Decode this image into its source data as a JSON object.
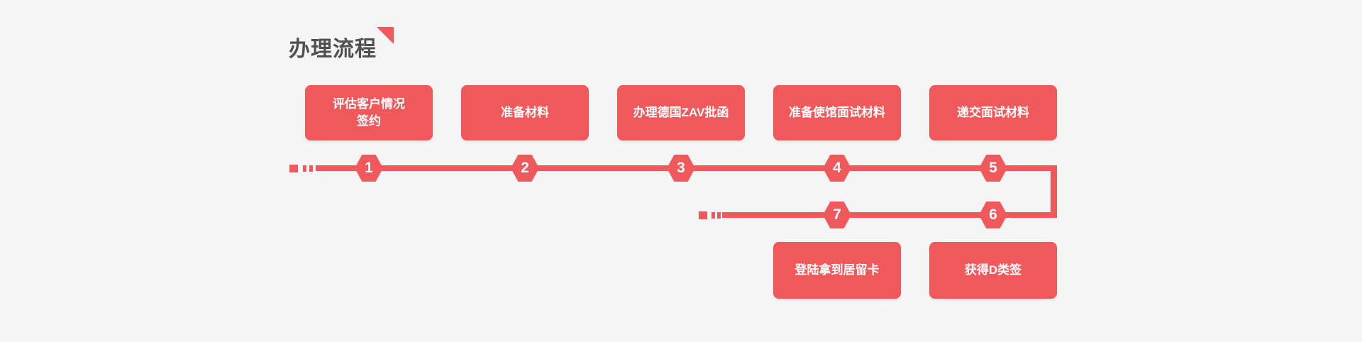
{
  "page": {
    "background_color": "#f5f5f6",
    "accent_color": "#f0595b",
    "title_color": "#505052"
  },
  "header": {
    "title": "办理流程"
  },
  "flow": {
    "steps": [
      {
        "num": "1",
        "label": "评估客户情况\n签约"
      },
      {
        "num": "2",
        "label": "准备材料"
      },
      {
        "num": "3",
        "label": "办理德国ZAV批函"
      },
      {
        "num": "4",
        "label": "准备使馆面试材料"
      },
      {
        "num": "5",
        "label": "递交面试材料"
      },
      {
        "num": "6",
        "label": "获得D类签"
      },
      {
        "num": "7",
        "label": "登陆拿到居留卡"
      }
    ]
  }
}
